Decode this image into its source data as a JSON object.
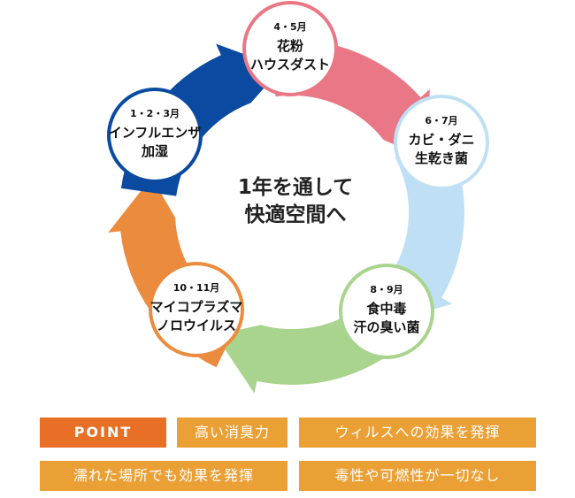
{
  "center": {
    "line1": "1年を通して",
    "line2": "快適空間へ"
  },
  "seasons": [
    {
      "month": "4・5月",
      "lines": [
        "花粉",
        "ハウスダスト"
      ],
      "color": "#e97786"
    },
    {
      "month": "6・7月",
      "lines": [
        "カビ・ダニ",
        "生乾き菌"
      ],
      "color": "#bfe0f4"
    },
    {
      "month": "8・9月",
      "lines": [
        "食中毒",
        "汗の臭い菌"
      ],
      "color": "#a9d48d"
    },
    {
      "month": "10・11月",
      "lines": [
        "マイコプラズマ",
        "ノロウイルス"
      ],
      "color": "#eb8b3e"
    },
    {
      "month": "1・2・3月",
      "lines": [
        "インフルエンザ",
        "加湿"
      ],
      "color": "#0a4aa0"
    }
  ],
  "tags": {
    "point": "POINT",
    "items": [
      "高い消臭力",
      "ウィルスへの効果を発揮",
      "濡れた場所でも効果を発揮",
      "毒性や可燃性が一切なし"
    ]
  },
  "colors": {
    "point_bg": "#e86f26",
    "tag_bg": "#eba036"
  }
}
